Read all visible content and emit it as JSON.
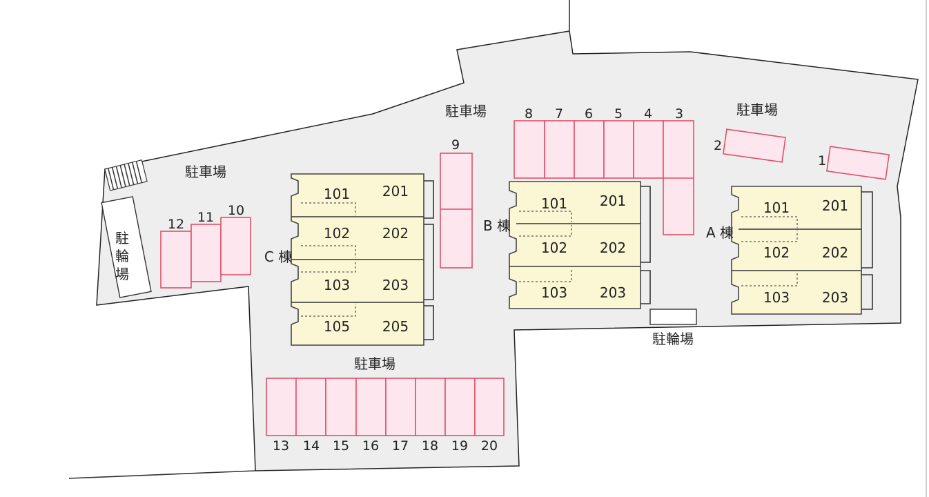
{
  "parking_label": "駐車場",
  "bicycle_label": "駐輪場",
  "bicycle_label_vertical": [
    "駐",
    "輪",
    "場"
  ],
  "buildings": {
    "A": {
      "name": "A 棟",
      "units": [
        "101",
        "201",
        "102",
        "202",
        "103",
        "203"
      ]
    },
    "B": {
      "name": "B 棟",
      "units": [
        "101",
        "201",
        "102",
        "202",
        "103",
        "203"
      ]
    },
    "C": {
      "name": "C 棟",
      "units": [
        "101",
        "201",
        "102",
        "202",
        "103",
        "203",
        "105",
        "205"
      ]
    }
  },
  "spaces": {
    "top_row": [
      "8",
      "7",
      "6",
      "5",
      "4",
      "3"
    ],
    "right": [
      "2",
      "1"
    ],
    "single": "9",
    "left_row": [
      "12",
      "11",
      "10"
    ],
    "bottom_row": [
      "13",
      "14",
      "15",
      "16",
      "17",
      "18",
      "19",
      "20"
    ]
  },
  "colors": {
    "parking_fill": "#fde6ee",
    "parking_stroke": "#e0506a",
    "building_fill": "#fbf7d4",
    "ground": "#eeeeee"
  }
}
